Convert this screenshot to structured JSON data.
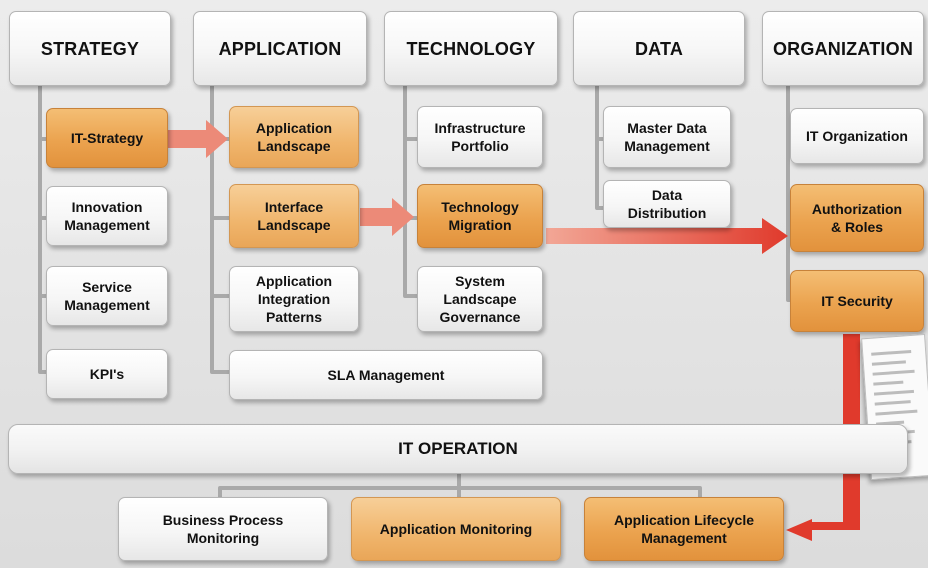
{
  "headers": {
    "strategy": "STRATEGY",
    "application": "APPLICATION",
    "technology": "TECHNOLOGY",
    "data": "DATA",
    "organization": "ORGANIZATION"
  },
  "strategy": {
    "it_strategy": "IT-Strategy",
    "innovation": "Innovation\nManagement",
    "service": "Service\nManagement",
    "kpis": "KPI's"
  },
  "application": {
    "landscape": "Application\nLandscape",
    "interface": "Interface\nLandscape",
    "integration": "Application\nIntegration\nPatterns",
    "sla": "SLA Management"
  },
  "technology": {
    "infrastructure": "Infrastructure\nPortfolio",
    "migration": "Technology\nMigration",
    "system": "System\nLandscape\nGovernance"
  },
  "data": {
    "master": "Master Data\nManagement",
    "distribution": "Data\nDistribution"
  },
  "organization": {
    "it_org": "IT Organization",
    "auth": "Authorization\n& Roles",
    "security": "IT Security"
  },
  "it_operation": "IT OPERATION",
  "operation": {
    "bpm": "Business Process\nMonitoring",
    "app_monitoring": "Application Monitoring",
    "alm": "Application Lifecycle\nManagement"
  },
  "colors": {
    "orange": "#eba34f",
    "light_orange": "#f0b56c",
    "arrow_red": "#e03a2c",
    "arrow_light": "#ec8a78",
    "connector": "#a9a9a9"
  },
  "icons": {
    "document": "document-icon"
  }
}
